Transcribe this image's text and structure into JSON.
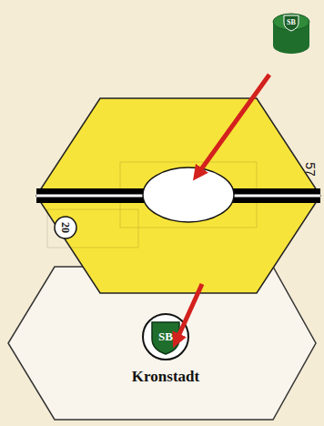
{
  "diagram": {
    "nodes": [
      {
        "text": [
          "Kronstadt"
        ]
      }
    ],
    "labels": [
      "SB",
      "57",
      "20",
      "SB"
    ]
  }
}
